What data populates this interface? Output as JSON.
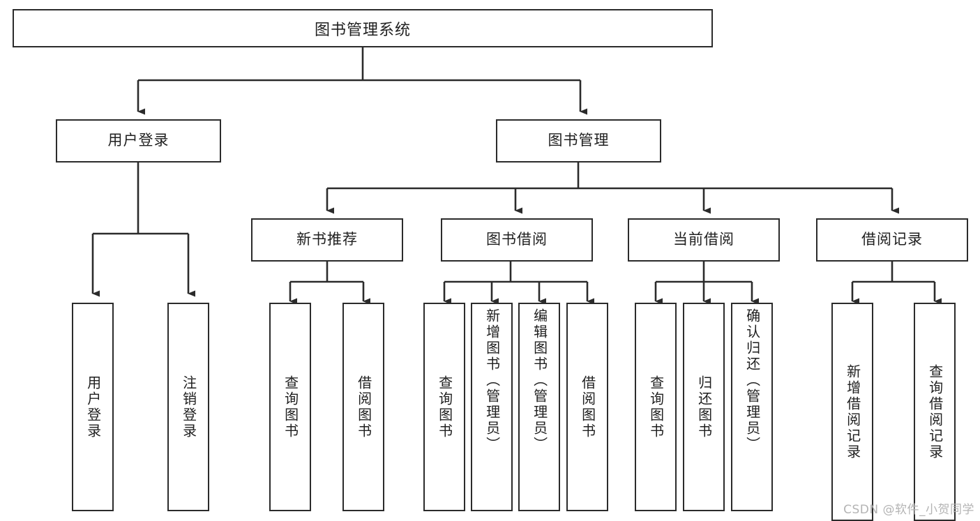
{
  "diagram": {
    "title": "图书管理系统",
    "type": "tree",
    "orientation": "top-down",
    "colors": {
      "box_border": "#2b2b2b",
      "box_fill": "#ffffff",
      "connector": "#2b2b2b",
      "background": "#ffffff",
      "watermark": "#b4b4b4"
    },
    "root": {
      "label": "图书管理系统"
    },
    "level2": [
      {
        "id": "user-login",
        "label": "用户登录"
      },
      {
        "id": "book-manage",
        "label": "图书管理"
      }
    ],
    "level3": [
      {
        "id": "new-book-rec",
        "label": "新书推荐",
        "parent": "book-manage"
      },
      {
        "id": "book-borrow",
        "label": "图书借阅",
        "parent": "book-manage"
      },
      {
        "id": "current-borrow",
        "label": "当前借阅",
        "parent": "book-manage"
      },
      {
        "id": "borrow-record",
        "label": "借阅记录",
        "parent": "book-manage"
      }
    ],
    "leaves": {
      "user-login": [
        {
          "id": "leaf-user-login",
          "label": "用户登录"
        },
        {
          "id": "leaf-logout",
          "label": "注销登录"
        }
      ],
      "new-book-rec": [
        {
          "id": "leaf-query-book-1",
          "label": "查询图书"
        },
        {
          "id": "leaf-borrow-book-1",
          "label": "借阅图书"
        }
      ],
      "book-borrow": [
        {
          "id": "leaf-query-book-2",
          "label": "查询图书"
        },
        {
          "id": "leaf-add-book",
          "label": "新增图书（管理员）"
        },
        {
          "id": "leaf-edit-book",
          "label": "编辑图书（管理员）"
        },
        {
          "id": "leaf-borrow-book-2",
          "label": "借阅图书"
        }
      ],
      "current-borrow": [
        {
          "id": "leaf-query-book-3",
          "label": "查询图书"
        },
        {
          "id": "leaf-return-book",
          "label": "归还图书"
        },
        {
          "id": "leaf-confirm-return",
          "label": "确认归还（管理员）"
        }
      ],
      "borrow-record": [
        {
          "id": "leaf-add-record",
          "label": "新增借阅记录"
        },
        {
          "id": "leaf-query-record",
          "label": "查询借阅记录"
        }
      ]
    }
  },
  "watermark": {
    "text": "CSDN @软件_小贺同学"
  }
}
